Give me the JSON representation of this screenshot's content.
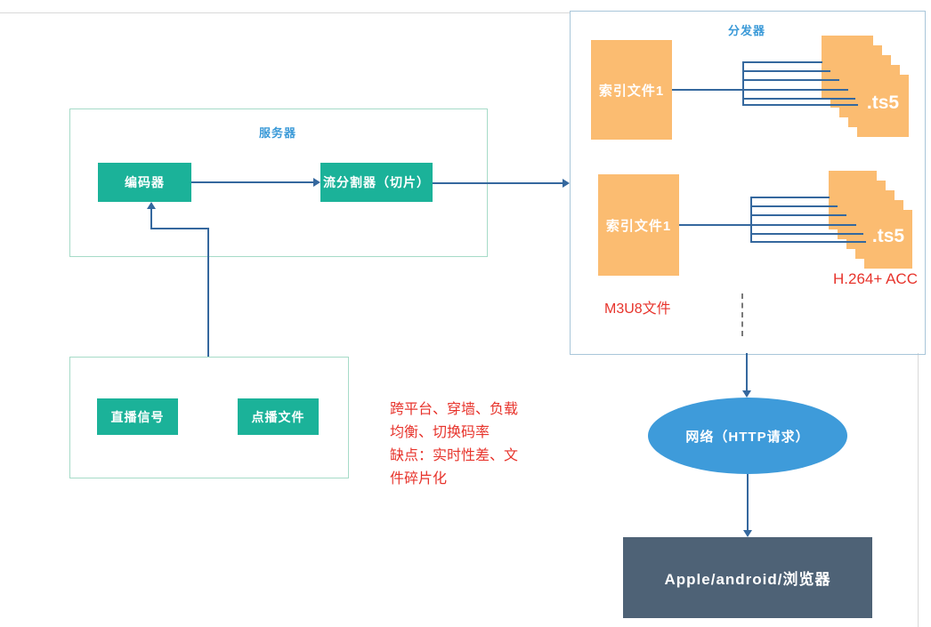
{
  "server": {
    "title": "服务器",
    "encoder_label": "编码器",
    "slicer_label": "流分割器（切片）"
  },
  "sources": {
    "live_label": "直播信号",
    "vod_label": "点播文件"
  },
  "annotation": {
    "line1": "跨平台、穿墙、负载",
    "line2": "均衡、切换码率",
    "line3": "缺点：实时性差、文",
    "line4": "件碎片化"
  },
  "distributor": {
    "title": "分发器",
    "rows": [
      {
        "index_label": "索引文件1",
        "ts_label": ".ts5"
      },
      {
        "index_label": "索引文件1",
        "ts_label": ".ts5"
      }
    ],
    "m3u8_label": "M3U8文件",
    "codec_label": "H.264+ ACC"
  },
  "network": {
    "label": "网络（HTTP请求）"
  },
  "client": {
    "label": "Apple/android/浏览器"
  },
  "colors": {
    "node_green": "#1bb299",
    "box_orange": "#fbbc71",
    "connector_blue": "#35689e",
    "label_blue": "#3b9ad8",
    "red_text": "#e7342c",
    "ellipse_blue": "#3e9bda",
    "client_slate": "#4e6276",
    "green_border": "#a6dbc8",
    "blue_border": "#a9c6d9"
  }
}
